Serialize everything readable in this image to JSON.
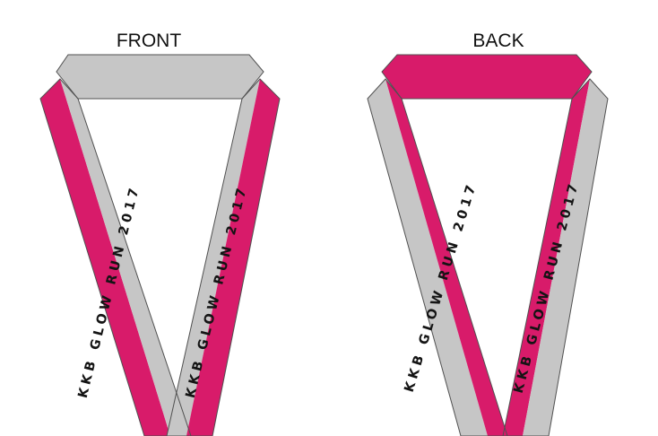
{
  "views": {
    "front": {
      "label": "FRONT"
    },
    "back": {
      "label": "BACK"
    }
  },
  "ribbon_text": "KKB GLOW RUN 2017",
  "colors": {
    "pink": "#D81B6A",
    "grey": "#C6C6C6",
    "outline": "#505050",
    "text": "#141414",
    "background": "#FFFFFF"
  }
}
